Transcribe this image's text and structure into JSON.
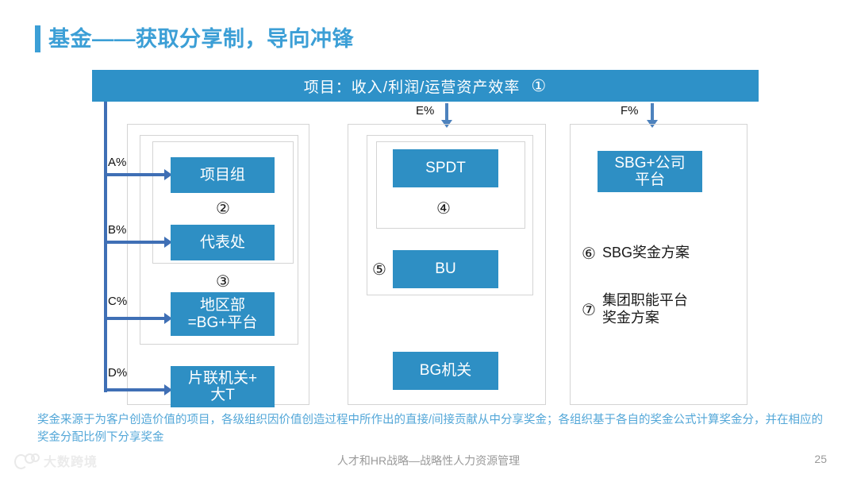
{
  "slide": {
    "title": "基金——获取分享制，导向冲锋",
    "accent_color": "#3c9fd6",
    "box_color": "#2e8fc4",
    "arrow_color": "#3f6fb5"
  },
  "header": {
    "text": "项目：收入/利润/运营资产效率",
    "marker": "①"
  },
  "left_column": {
    "branches": [
      {
        "pct": "A%",
        "box": "项目组"
      },
      {
        "pct": "B%",
        "box": "代表处"
      },
      {
        "pct": "C%",
        "box": "地区部\n=BG+平台"
      },
      {
        "pct": "D%",
        "box": "片联机关+\n大T"
      }
    ],
    "box_1": "项目组",
    "box_2": "代表处",
    "box_3_line1": "地区部",
    "box_3_line2": "=BG+平台",
    "box_4_line1": "片联机关+",
    "box_4_line2": "大T",
    "pct_a": "A%",
    "pct_b": "B%",
    "pct_c": "C%",
    "pct_d": "D%",
    "marker_2": "②",
    "marker_3": "③"
  },
  "middle_column": {
    "pct": "E%",
    "box_spdt": "SPDT",
    "marker_4": "④",
    "marker_5": "⑤",
    "box_bu": "BU",
    "box_bg": "BG机关"
  },
  "right_column": {
    "pct": "F%",
    "box_line1": "SBG+公司",
    "box_line2": "平台",
    "items": [
      {
        "num": "⑥",
        "text": "SBG奖金方案"
      },
      {
        "num": "⑦",
        "text": "集团职能平台\n奖金方案"
      }
    ],
    "item6_num": "⑥",
    "item6_text": "SBG奖金方案",
    "item7_num": "⑦",
    "item7_text_line1": "集团职能平台",
    "item7_text_line2": "奖金方案"
  },
  "footer": {
    "note": "奖金来源于为客户创造价值的项目，各级组织因价值创造过程中所作出的直接/间接贡献从中分享奖金；各组织基于各自的奖金公式计算奖金分，并在相应的奖金分配比例下分享奖金",
    "caption": "人才和HR战略—战略性人力资源管理",
    "page_number": "25",
    "watermark": "大数跨境"
  }
}
